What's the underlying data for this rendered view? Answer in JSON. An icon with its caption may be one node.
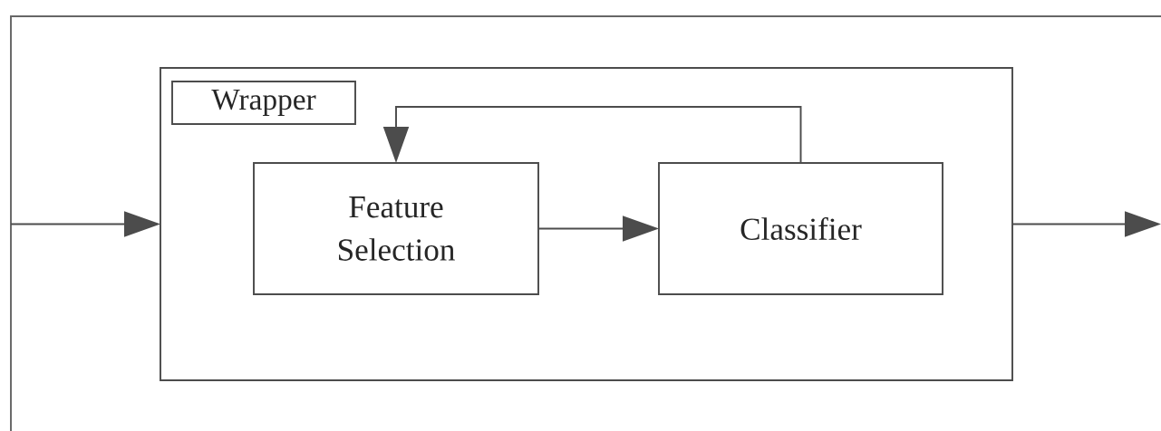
{
  "diagram": {
    "nodes": [
      {
        "text": [
          "Wrapper"
        ]
      },
      {
        "text": [
          "Feature Selection"
        ],
        "in": 0
      },
      {
        "text": [
          "Classifier"
        ],
        "in": 0
      }
    ],
    "edges": [
      {
        "from": null,
        "to": 0,
        "arrow": "to"
      },
      {
        "from": 1,
        "to": 2,
        "arrow": "to"
      },
      {
        "from": 2,
        "to": 1,
        "arrow": "to"
      },
      {
        "from": 0,
        "to": null,
        "arrow": "to"
      }
    ]
  }
}
